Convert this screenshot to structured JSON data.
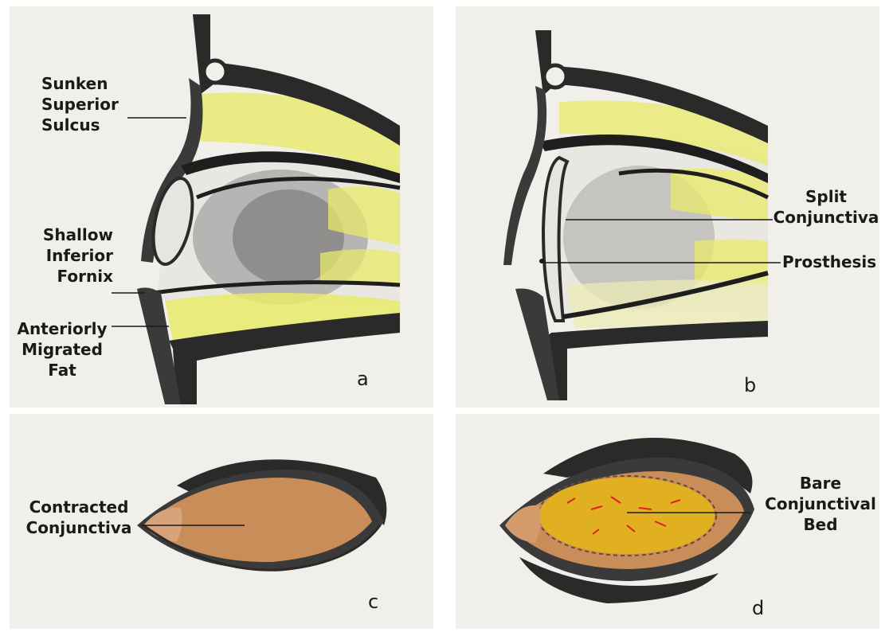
{
  "panels": {
    "a": {
      "letter": "a",
      "labels": {
        "sunken_superior_sulcus": [
          "Sunken",
          "Superior",
          "Sulcus"
        ],
        "shallow_inferior_fornix": [
          "Shallow",
          "Inferior",
          "Fornix"
        ],
        "anteriorly_migrated_fat": [
          "Anteriorly",
          "Migrated",
          "Fat"
        ]
      }
    },
    "b": {
      "letter": "b",
      "labels": {
        "split_conjunctiva": [
          "Split",
          "Conjunctiva"
        ],
        "prosthesis": [
          "Prosthesis"
        ]
      }
    },
    "c": {
      "letter": "c",
      "labels": {
        "contracted_conjunctiva": [
          "Contracted",
          "Conjunctiva"
        ]
      }
    },
    "d": {
      "letter": "d",
      "labels": {
        "bare_conjunctival_bed": [
          "Bare",
          "Conjunctival",
          "Bed"
        ]
      }
    }
  },
  "colors": {
    "paper": "#f3f1ec",
    "bone": "#2a2a2a",
    "fat": "#e8ea6a",
    "orbit_shading": "#9a9a9a",
    "conjunctiva_brown": "#c98d5a",
    "bare_bed_yellow": "#e0b020",
    "vessel_red": "#e02020",
    "lashes": "#1e1e1e"
  }
}
